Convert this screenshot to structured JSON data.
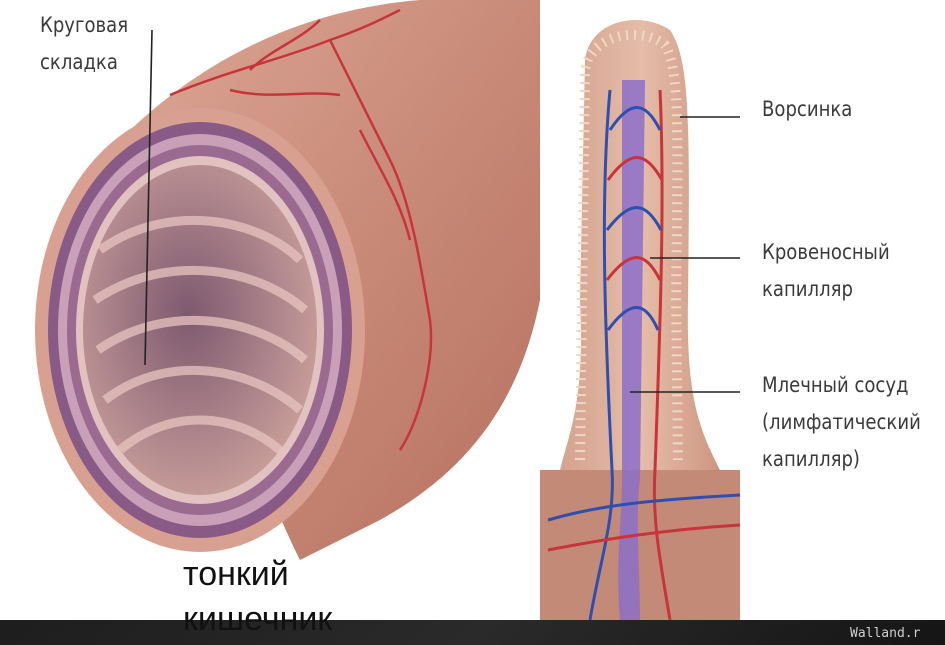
{
  "labels": {
    "circular_fold": [
      "Круговая",
      "складка"
    ],
    "villus": "Ворсинка",
    "blood_capillary": [
      "Кровеносный",
      "капилляр"
    ],
    "lacteal": [
      "Млечный сосуд",
      "(лимфатический",
      "капилляр)"
    ]
  },
  "caption": [
    "тонкий",
    "кишечник"
  ],
  "watermark": "Walland.r",
  "colors": {
    "tissue": "#c98a78",
    "muscle_layer": "#8a5a86",
    "artery": "#c8343a",
    "vein": "#2f4fb0",
    "lymph": "#8c6fc9"
  }
}
